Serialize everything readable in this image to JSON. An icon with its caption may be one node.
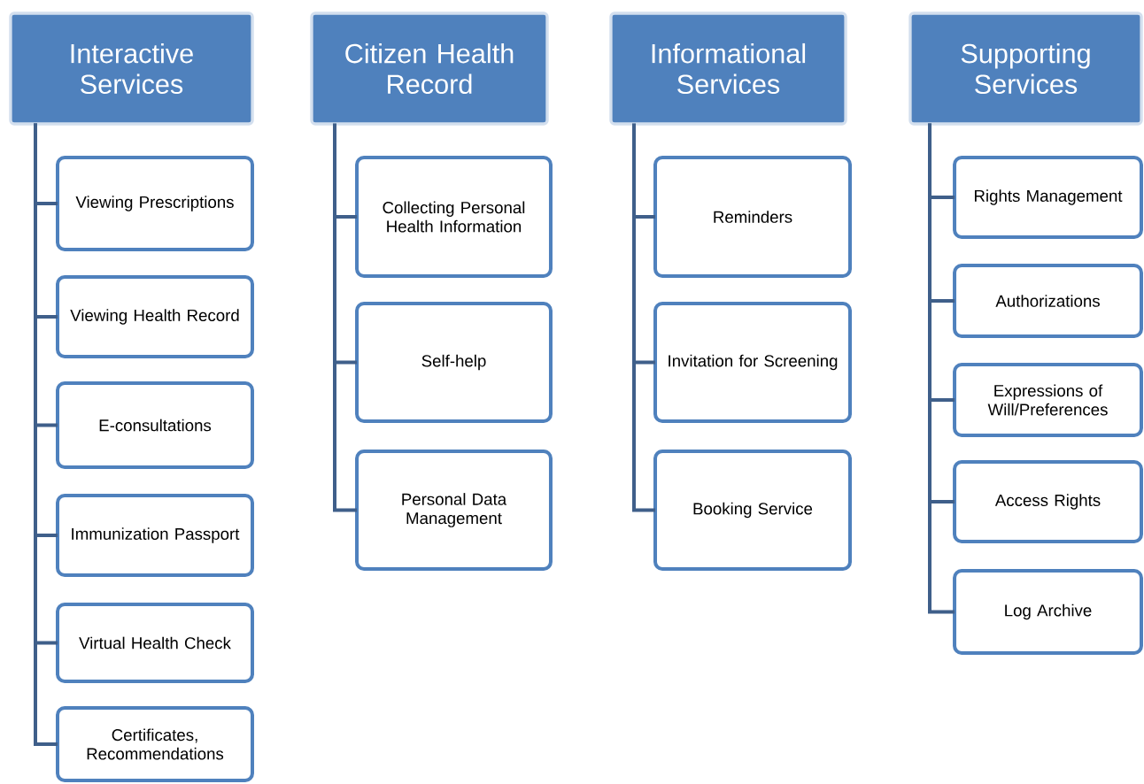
{
  "diagram": {
    "nodes": [
      {
        "text": [
          "Interactive Services"
        ]
      },
      {
        "text": [
          "Viewing Prescriptions"
        ]
      },
      {
        "text": [
          "Viewing Health Record"
        ]
      },
      {
        "text": [
          "E-consultations"
        ]
      },
      {
        "text": [
          "Immunization Passport"
        ]
      },
      {
        "text": [
          "Virtual Health Check"
        ]
      },
      {
        "text": [
          "Certificates, Recommendations"
        ]
      },
      {
        "text": [
          "Citizen Health Record"
        ]
      },
      {
        "text": [
          "Collecting Personal Health Information"
        ]
      },
      {
        "text": [
          "Self-help"
        ]
      },
      {
        "text": [
          "Personal Data Management"
        ]
      },
      {
        "text": [
          "Informational Services"
        ]
      },
      {
        "text": [
          "Reminders"
        ]
      },
      {
        "text": [
          "Invitation for Screening"
        ]
      },
      {
        "text": [
          "Booking Service"
        ]
      },
      {
        "text": [
          "Supporting Services"
        ]
      },
      {
        "text": [
          "Rights Management"
        ]
      },
      {
        "text": [
          "Authorizations"
        ]
      },
      {
        "text": [
          "Expressions of Will/Preferences"
        ]
      },
      {
        "text": [
          "Access Rights"
        ]
      },
      {
        "text": [
          "Log Archive"
        ]
      }
    ],
    "edges": [
      {
        "from": 0,
        "to": 1,
        "arrow": "none"
      },
      {
        "from": 0,
        "to": 2,
        "arrow": "none"
      },
      {
        "from": 0,
        "to": 3,
        "arrow": "none"
      },
      {
        "from": 0,
        "to": 4,
        "arrow": "none"
      },
      {
        "from": 0,
        "to": 5,
        "arrow": "none"
      },
      {
        "from": 0,
        "to": 6,
        "arrow": "none"
      },
      {
        "from": 7,
        "to": 8,
        "arrow": "none"
      },
      {
        "from": 7,
        "to": 9,
        "arrow": "none"
      },
      {
        "from": 7,
        "to": 10,
        "arrow": "none"
      },
      {
        "from": 11,
        "to": 12,
        "arrow": "none"
      },
      {
        "from": 11,
        "to": 13,
        "arrow": "none"
      },
      {
        "from": 11,
        "to": 14,
        "arrow": "none"
      },
      {
        "from": 15,
        "to": 16,
        "arrow": "none"
      },
      {
        "from": 15,
        "to": 17,
        "arrow": "none"
      },
      {
        "from": 15,
        "to": 18,
        "arrow": "none"
      },
      {
        "from": 15,
        "to": 19,
        "arrow": "none"
      },
      {
        "from": 15,
        "to": 20,
        "arrow": "none"
      }
    ]
  }
}
